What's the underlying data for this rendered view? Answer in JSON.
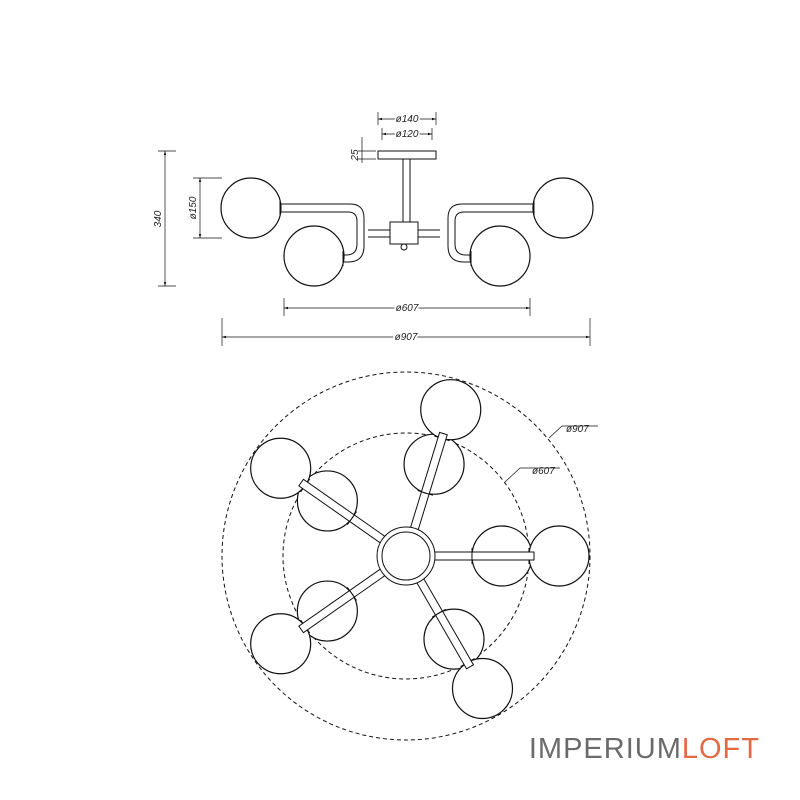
{
  "side_view": {
    "dim_top_outer": "ø140",
    "dim_top_inner": "ø120",
    "dim_canopy_height": "25",
    "dim_height": "340",
    "dim_globe": "ø150",
    "dim_inner_span": "ø607",
    "dim_outer_span": "ø907"
  },
  "top_view": {
    "dim_outer_circle": "ø907",
    "dim_inner_circle": "ø607"
  },
  "brand": {
    "part1": "IMPERIUM",
    "part2": "LOFT",
    "color_primary": "#6b6b6b",
    "color_accent": "#e36a45"
  }
}
